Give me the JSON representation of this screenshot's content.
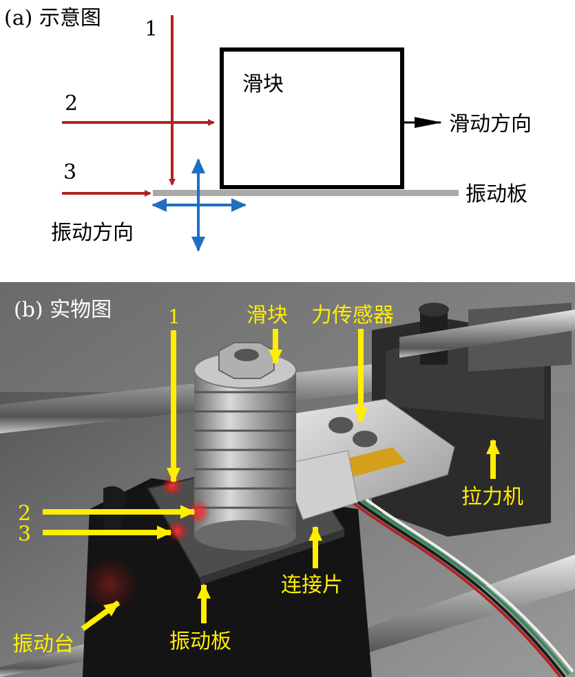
{
  "panel_a": {
    "title": "(a) 示意图",
    "beam_labels": [
      "1",
      "2",
      "3"
    ],
    "slider_label": "滑块",
    "slide_direction_label": "滑动方向",
    "vibration_plate_label": "振动板",
    "vibration_direction_label": "振动方向",
    "colors": {
      "beam": "#b22222",
      "vibration_arrows": "#1f6fbf",
      "plate": "#a9a9a9",
      "outline": "#000000"
    }
  },
  "panel_b": {
    "title": "(b) 实物图",
    "beam_labels": [
      "1",
      "2",
      "3"
    ],
    "callouts": {
      "slider": "滑块",
      "force_sensor": "力传感器",
      "tensile_machine": "拉力机",
      "connector": "连接片",
      "vibration_plate": "振动板",
      "vibration_table": "振动台"
    },
    "colors": {
      "annotation": "#ffee00",
      "title": "#ffffff"
    }
  }
}
